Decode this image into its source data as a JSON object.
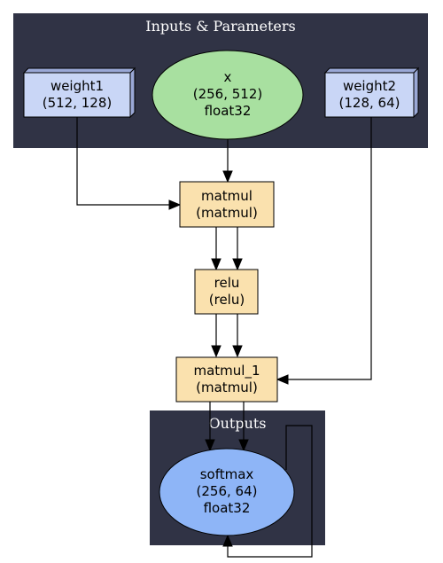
{
  "colors": {
    "cluster_fill": "#303345",
    "input_box_fill": "#c9d6f6",
    "input_box_side": "#9aa8d6",
    "x_ellipse_fill": "#a8e0a0",
    "op_fill": "#fae1ae",
    "output_fill": "#8eb5f7",
    "edge": "#000000"
  },
  "clusters": {
    "inputs": {
      "title": "Inputs & Parameters"
    },
    "outputs": {
      "title": "Outputs"
    }
  },
  "nodes": {
    "weight1": {
      "line1": "weight1",
      "line2": "(512, 128)",
      "shape": "box3d"
    },
    "x": {
      "line1": "x",
      "line2": "(256, 512)",
      "line3": "float32",
      "shape": "ellipse"
    },
    "weight2": {
      "line1": "weight2",
      "line2": "(128, 64)",
      "shape": "box3d"
    },
    "matmul": {
      "line1": "matmul",
      "line2": "(matmul)",
      "shape": "box"
    },
    "relu": {
      "line1": "relu",
      "line2": "(relu)",
      "shape": "box"
    },
    "matmul_1": {
      "line1": "matmul_1",
      "line2": "(matmul)",
      "shape": "box"
    },
    "softmax": {
      "line1": "softmax",
      "line2": "(256, 64)",
      "line3": "float32",
      "shape": "ellipse"
    }
  },
  "edges": [
    {
      "from": "weight1",
      "to": "matmul"
    },
    {
      "from": "x",
      "to": "matmul"
    },
    {
      "from": "matmul",
      "to": "relu"
    },
    {
      "from": "matmul",
      "to": "relu"
    },
    {
      "from": "relu",
      "to": "matmul_1"
    },
    {
      "from": "relu",
      "to": "matmul_1"
    },
    {
      "from": "weight2",
      "to": "matmul_1"
    },
    {
      "from": "matmul_1",
      "to": "softmax"
    },
    {
      "from": "matmul_1",
      "to": "softmax"
    },
    {
      "from": "softmax",
      "to": "softmax"
    }
  ]
}
